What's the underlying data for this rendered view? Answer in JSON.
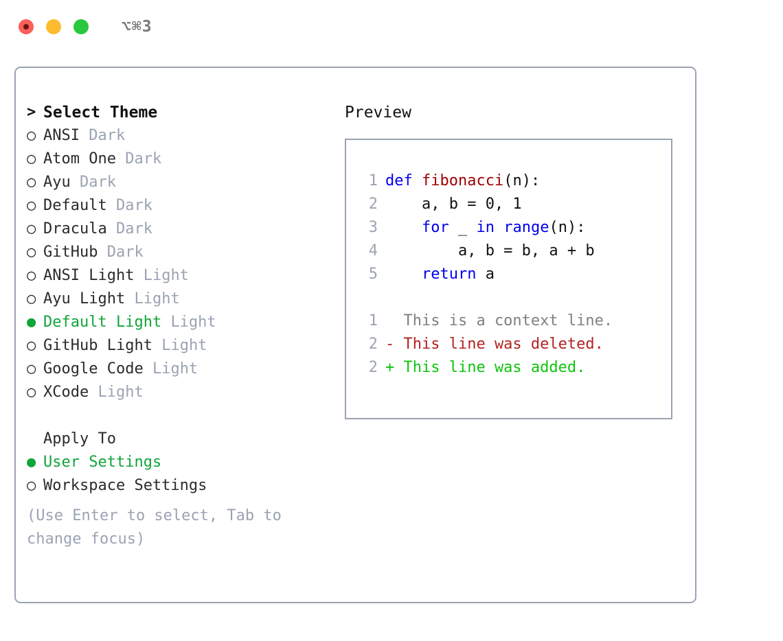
{
  "window": {
    "title": "⌥⌘3",
    "traffic_lights": [
      {
        "name": "close",
        "color": "#fb6058"
      },
      {
        "name": "minimize",
        "color": "#fdbc2e"
      },
      {
        "name": "maximize",
        "color": "#28c83f"
      }
    ]
  },
  "colors": {
    "selected_green": "#10a53a",
    "muted": "#9ba3b2",
    "text": "#2b2b2b",
    "keyword_blue": "#0000ee",
    "function_red": "#a00000",
    "diff_deleted": "#b42222",
    "diff_added": "#0ec40e",
    "context_gray": "#808080",
    "border": "#9ba3b2"
  },
  "theme_selector": {
    "heading": "Select Theme",
    "heading_marker": ">",
    "marker_selected": "●",
    "marker_unselected": "○",
    "items": [
      {
        "name": "ANSI",
        "category": "Dark",
        "selected": false
      },
      {
        "name": "Atom One",
        "category": "Dark",
        "selected": false
      },
      {
        "name": "Ayu",
        "category": "Dark",
        "selected": false
      },
      {
        "name": "Default",
        "category": "Dark",
        "selected": false
      },
      {
        "name": "Dracula",
        "category": "Dark",
        "selected": false
      },
      {
        "name": "GitHub",
        "category": "Dark",
        "selected": false
      },
      {
        "name": "ANSI Light",
        "category": "Light",
        "selected": false
      },
      {
        "name": "Ayu Light",
        "category": "Light",
        "selected": false
      },
      {
        "name": "Default Light",
        "category": "Light",
        "selected": true
      },
      {
        "name": "GitHub Light",
        "category": "Light",
        "selected": false
      },
      {
        "name": "Google Code",
        "category": "Light",
        "selected": false
      },
      {
        "name": "XCode",
        "category": "Light",
        "selected": false
      }
    ]
  },
  "apply_to": {
    "heading": "Apply To",
    "items": [
      {
        "name": "User Settings",
        "selected": true
      },
      {
        "name": "Workspace Settings",
        "selected": false
      }
    ]
  },
  "hint": "(Use Enter to select, Tab to change focus)",
  "preview": {
    "heading": "Preview",
    "code_lines": [
      {
        "no": "1",
        "tokens": [
          {
            "t": "def ",
            "c": "kw"
          },
          {
            "t": "fibonacci",
            "c": "fn"
          },
          {
            "t": "(n):",
            "c": "plain"
          }
        ]
      },
      {
        "no": "2",
        "tokens": [
          {
            "t": "    a, b = 0, 1",
            "c": "plain"
          }
        ]
      },
      {
        "no": "3",
        "tokens": [
          {
            "t": "    ",
            "c": "plain"
          },
          {
            "t": "for ",
            "c": "kw"
          },
          {
            "t": "_ ",
            "c": "plain"
          },
          {
            "t": "in ",
            "c": "kw"
          },
          {
            "t": "range",
            "c": "kw"
          },
          {
            "t": "(n):",
            "c": "plain"
          }
        ]
      },
      {
        "no": "4",
        "tokens": [
          {
            "t": "        a, b = b, a + b",
            "c": "plain"
          }
        ]
      },
      {
        "no": "5",
        "tokens": [
          {
            "t": "    ",
            "c": "plain"
          },
          {
            "t": "return ",
            "c": "kw"
          },
          {
            "t": "a",
            "c": "plain"
          }
        ]
      }
    ],
    "diff_lines": [
      {
        "no": "1",
        "tokens": [
          {
            "t": "  This is a context line.",
            "c": "ctx"
          }
        ]
      },
      {
        "no": "2",
        "tokens": [
          {
            "t": "- This line was deleted.",
            "c": "del"
          }
        ]
      },
      {
        "no": "2",
        "tokens": [
          {
            "t": "+ This line was added.",
            "c": "add"
          }
        ]
      }
    ]
  }
}
